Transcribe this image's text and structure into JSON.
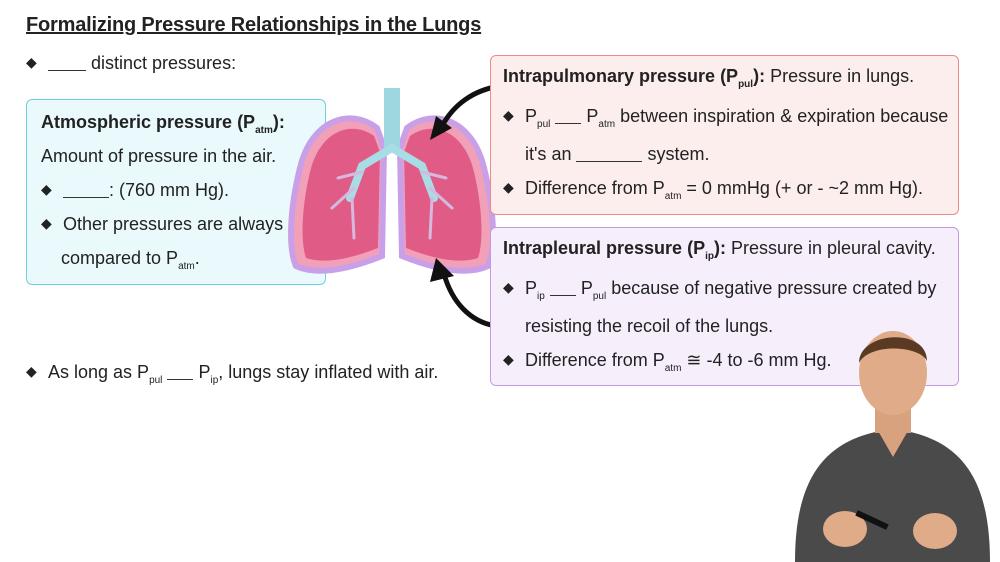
{
  "title": "Formalizing Pressure Relationships in the Lungs",
  "intro": {
    "bullet": "◆",
    "text": "distinct pressures:"
  },
  "atm": {
    "heading": "Atmospheric pressure (P",
    "heading_sub": "atm",
    "heading_end": "):",
    "line1": "Amount of pressure in the air.",
    "b1_text": ": (760 mm Hg).",
    "b2_text": "Other pressures are always",
    "b2_cont": "compared to P",
    "b2_sub": "atm",
    "b2_end": "."
  },
  "pul": {
    "heading": "Intrapulmonary pressure (P",
    "heading_sub": "pul",
    "heading_end": "):",
    "desc": " Pressure in lungs.",
    "b1_p1": "P",
    "b1_s1": "pul",
    "b1_p2": "P",
    "b1_s2": "atm",
    "b1_text": " between inspiration & expiration because",
    "b1_cont": "it's an",
    "b1_cont_end": "system.",
    "b2_text": "Difference from P",
    "b2_sub": "atm",
    "b2_end": " = 0 mmHg (+ or - ~2 mm Hg)."
  },
  "ip": {
    "heading": "Intrapleural pressure (P",
    "heading_sub": "ip",
    "heading_end": "):",
    "desc": " Pressure in pleural cavity.",
    "b1_p1": "P",
    "b1_s1": "ip",
    "b1_p2": "P",
    "b1_s2": "pul",
    "b1_text": " because of negative pressure created by",
    "b1_cont": "resisting the recoil of the lungs.",
    "b2_text": "Difference from P",
    "b2_sub": "atm",
    "b2_end": " ≅ -4 to -6 mm Hg."
  },
  "bottom": {
    "p1": "As long as P",
    "s1": "pul",
    "p2": "P",
    "s2": "ip",
    "end": ", lungs stay inflated with air."
  },
  "colors": {
    "atm_border": "#6fd0e2",
    "pul_border": "#ef8a8a",
    "ip_border": "#c59ae0",
    "lung": "#e05b86"
  }
}
